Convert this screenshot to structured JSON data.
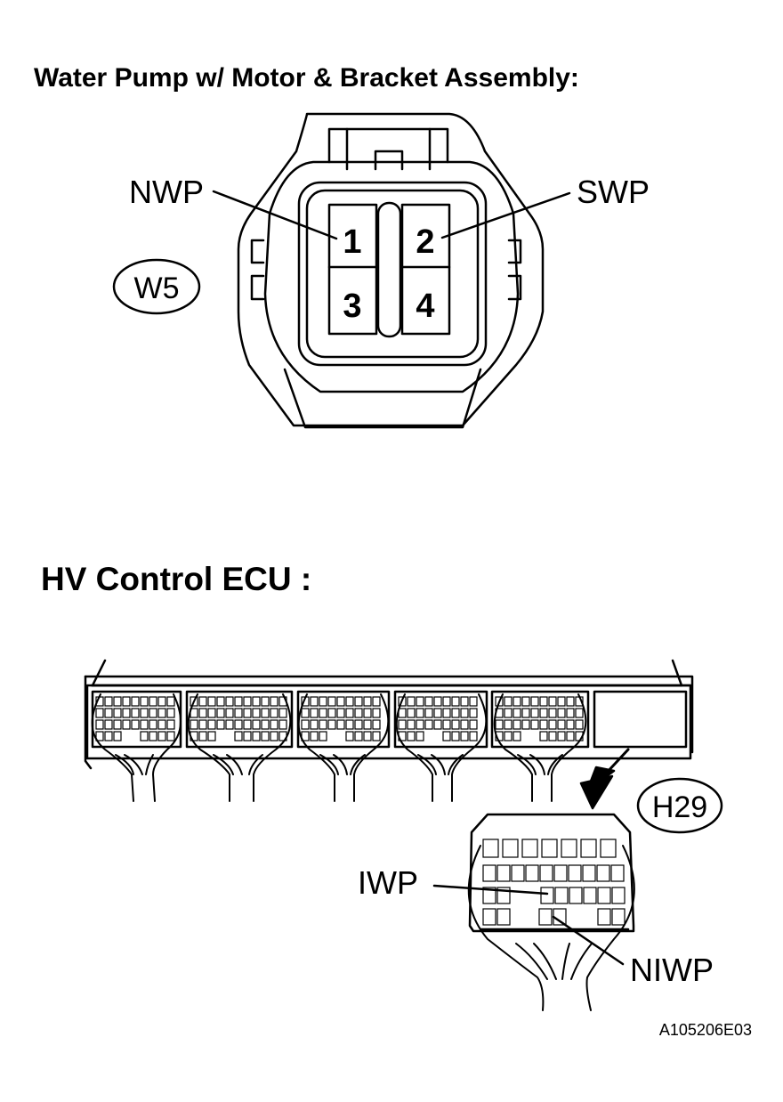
{
  "connector_w5": {
    "title": "Water Pump w/ Motor & Bracket Assembly:",
    "id_badge": "W5",
    "pins": [
      "1",
      "2",
      "3",
      "4"
    ],
    "pin_labels": {
      "left": "NWP",
      "right": "SWP"
    }
  },
  "ecu_section": {
    "title": "HV Control ECU :",
    "connector_id": "H29",
    "pin_labels": {
      "upper": "IWP",
      "lower": "NIWP"
    }
  },
  "figure_code": "A105206E03"
}
